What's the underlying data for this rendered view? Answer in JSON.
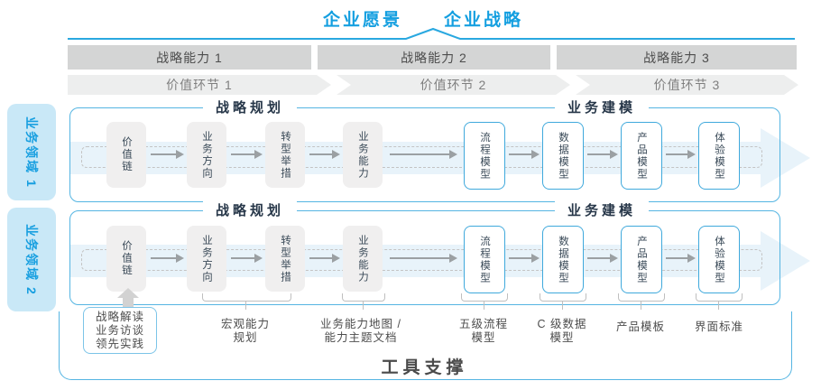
{
  "title": {
    "vision": "企业愿景",
    "strategy": "企业战略"
  },
  "capability_band": [
    {
      "label": "战略能力 1"
    },
    {
      "label": "战略能力 2"
    },
    {
      "label": "战略能力 3"
    }
  ],
  "value_band": [
    {
      "label": "价值环节 1"
    },
    {
      "label": "价值环节 2"
    },
    {
      "label": "价值环节 3"
    }
  ],
  "domains": [
    {
      "label": "业务领域 1"
    },
    {
      "label": "业务领域 2"
    }
  ],
  "sections": {
    "planning": "战略规划",
    "modeling": "业务建模"
  },
  "boxes": [
    {
      "label": "价值链"
    },
    {
      "label": "业务方向"
    },
    {
      "label": "转型举措"
    },
    {
      "label": "业务能力"
    },
    {
      "label": "流程模型"
    },
    {
      "label": "数据模型"
    },
    {
      "label": "产品模型"
    },
    {
      "label": "体验模型"
    }
  ],
  "annotations": {
    "practices": "战略解读\n业务访谈\n领先实践",
    "macro_capability": "宏观能力\n规划",
    "capability_map": "业务能力地图 /\n能力主题文档",
    "process_model": "五级流程\n模型",
    "data_model": "C 级数据\n模型",
    "product_template": "产品模板",
    "ui_standard": "界面标准"
  },
  "tool_support": {
    "label": "工具支撑"
  },
  "colors": {
    "accent_blue": "#29A8E0",
    "title_blue": "#149FE0",
    "band_dark_gray": "#D4D5D5",
    "band_light_gray": "#EDEEEE",
    "domain_bg": "#C9E8F7",
    "flow_band_blue": "#E8F3FA",
    "box_gray": "#F0EFEF",
    "box_border_blue": "#3FA9DC",
    "header_navy": "#273749",
    "annotation_gray": "#4D4D4D"
  }
}
